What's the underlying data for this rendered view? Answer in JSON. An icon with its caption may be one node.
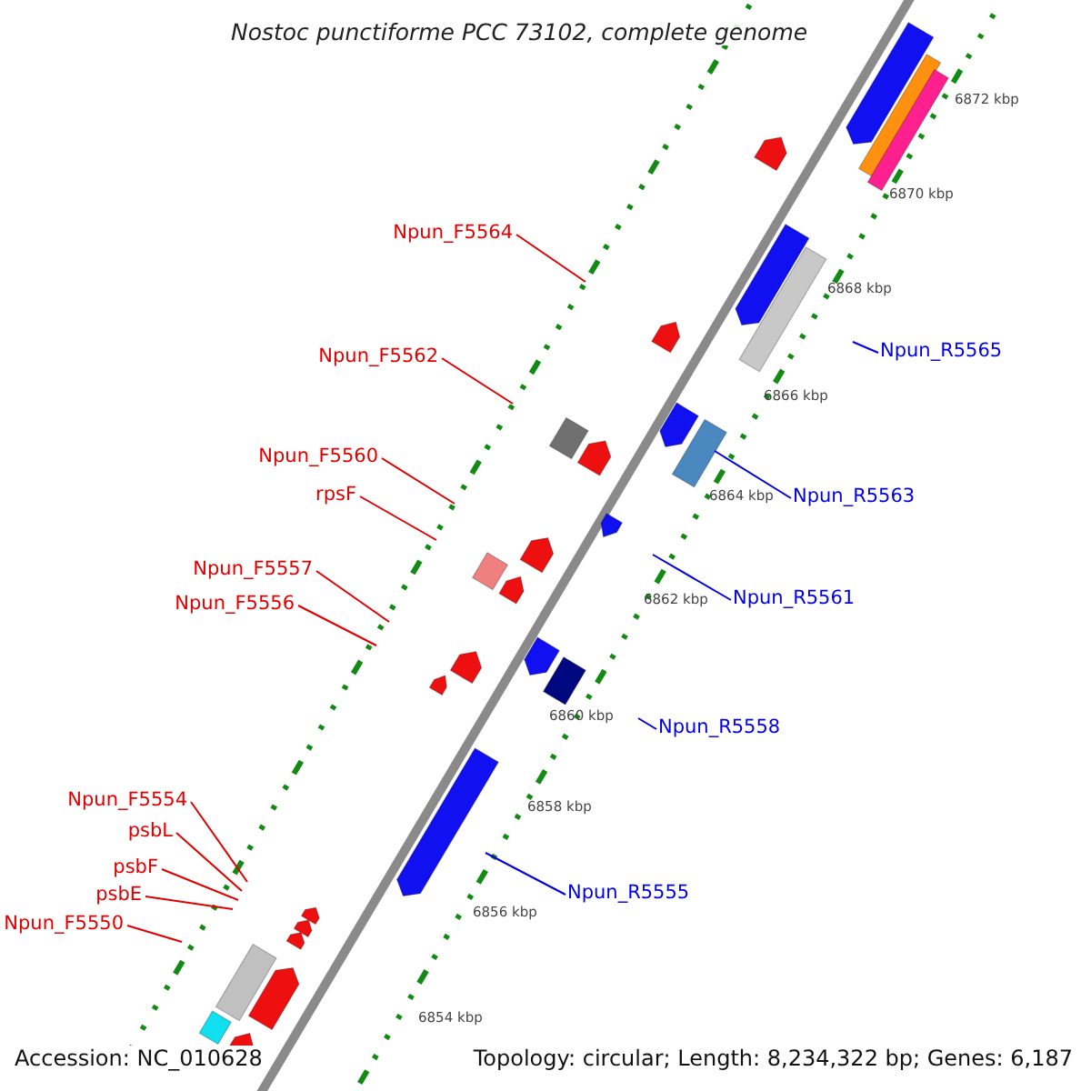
{
  "diagram": {
    "title": "Nostoc punctiforme PCC 73102, complete genome",
    "nodes": [
      {
        "text": [
          "Npun_F5564"
        ]
      },
      {
        "text": [
          "Npun_R5565"
        ]
      },
      {
        "text": [
          "Npun_F5562"
        ]
      },
      {
        "text": [
          "Npun_F5560"
        ]
      },
      {
        "text": [
          "rpsF"
        ]
      },
      {
        "text": [
          "Npun_R5563"
        ]
      },
      {
        "text": [
          "Npun_F5557"
        ]
      },
      {
        "text": [
          "Npun_R5561"
        ]
      },
      {
        "text": [
          "Npun_F5556"
        ]
      },
      {
        "text": [
          "Npun_R5558"
        ]
      },
      {
        "text": [
          "Npun_F5554"
        ]
      },
      {
        "text": [
          "psbL"
        ]
      },
      {
        "text": [
          "psbF"
        ]
      },
      {
        "text": [
          "Npun_R5555"
        ]
      },
      {
        "text": [
          "psbE"
        ]
      },
      {
        "text": [
          "Npun_F5550"
        ]
      }
    ],
    "edges": [
      {
        "from": 0,
        "to": null,
        "arrow": "none"
      },
      {
        "from": 1,
        "to": null,
        "arrow": "none",
        "color": "#0000e0"
      },
      {
        "from": 2,
        "to": null,
        "arrow": "none"
      },
      {
        "from": 3,
        "to": null,
        "arrow": "none"
      },
      {
        "from": 4,
        "to": null,
        "arrow": "none"
      },
      {
        "from": 5,
        "to": null,
        "arrow": "none",
        "color": "#0000e0"
      },
      {
        "from": 6,
        "to": null,
        "arrow": "none"
      },
      {
        "from": 7,
        "to": null,
        "arrow": "none",
        "color": "#0000e0"
      },
      {
        "from": 8,
        "to": null,
        "arrow": "none"
      },
      {
        "from": 9,
        "to": null,
        "arrow": "none",
        "color": "#0000e0"
      },
      {
        "from": 10,
        "to": null,
        "arrow": "none"
      },
      {
        "from": 11,
        "to": null,
        "arrow": "none"
      },
      {
        "from": 12,
        "to": null,
        "arrow": "none"
      },
      {
        "from": 13,
        "to": null,
        "arrow": "none",
        "color": "#0000e0"
      },
      {
        "from": 14,
        "to": null,
        "arrow": "none"
      },
      {
        "from": 15,
        "to": null,
        "arrow": "none"
      }
    ],
    "labels": [
      "6872 kbp",
      "6870 kbp",
      "6868 kbp",
      "6866 kbp",
      "6864 kbp",
      "6862 kbp",
      "6860 kbp",
      "6858 kbp",
      "6856 kbp",
      "6854 kbp",
      "Accession: NC_010628",
      "Topology: circular; Length: 8,234,322 bp; Genes: 6,187"
    ]
  }
}
